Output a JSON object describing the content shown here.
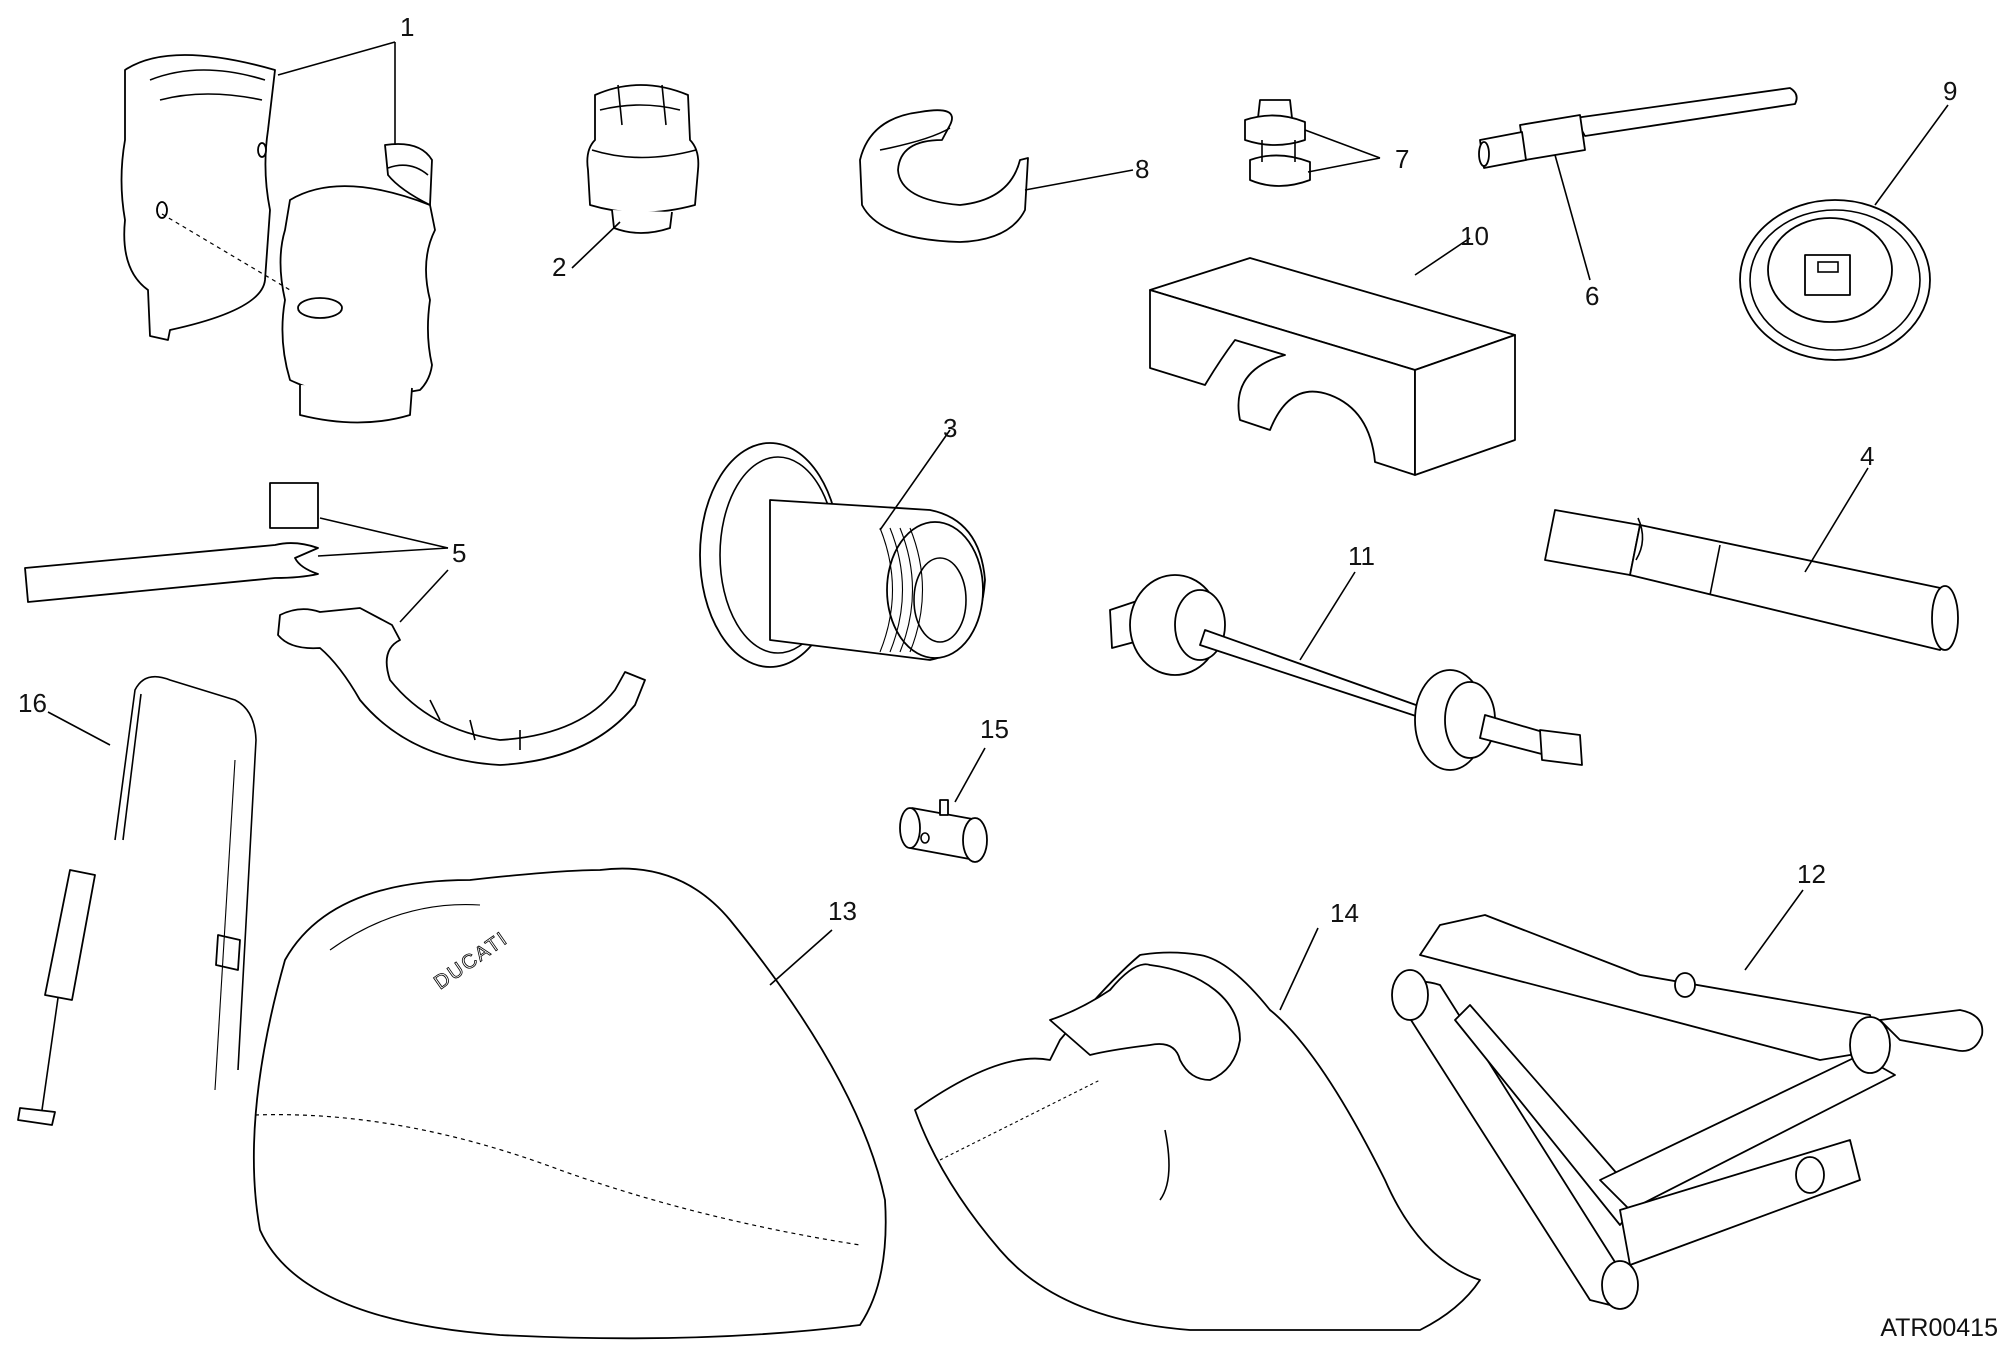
{
  "diagram": {
    "reference_code": "ATR00415",
    "brand_mark": "DUCATI",
    "callouts": [
      "1",
      "2",
      "3",
      "4",
      "5",
      "6",
      "7",
      "8",
      "9",
      "10",
      "11",
      "12",
      "13",
      "14",
      "15",
      "16"
    ]
  }
}
